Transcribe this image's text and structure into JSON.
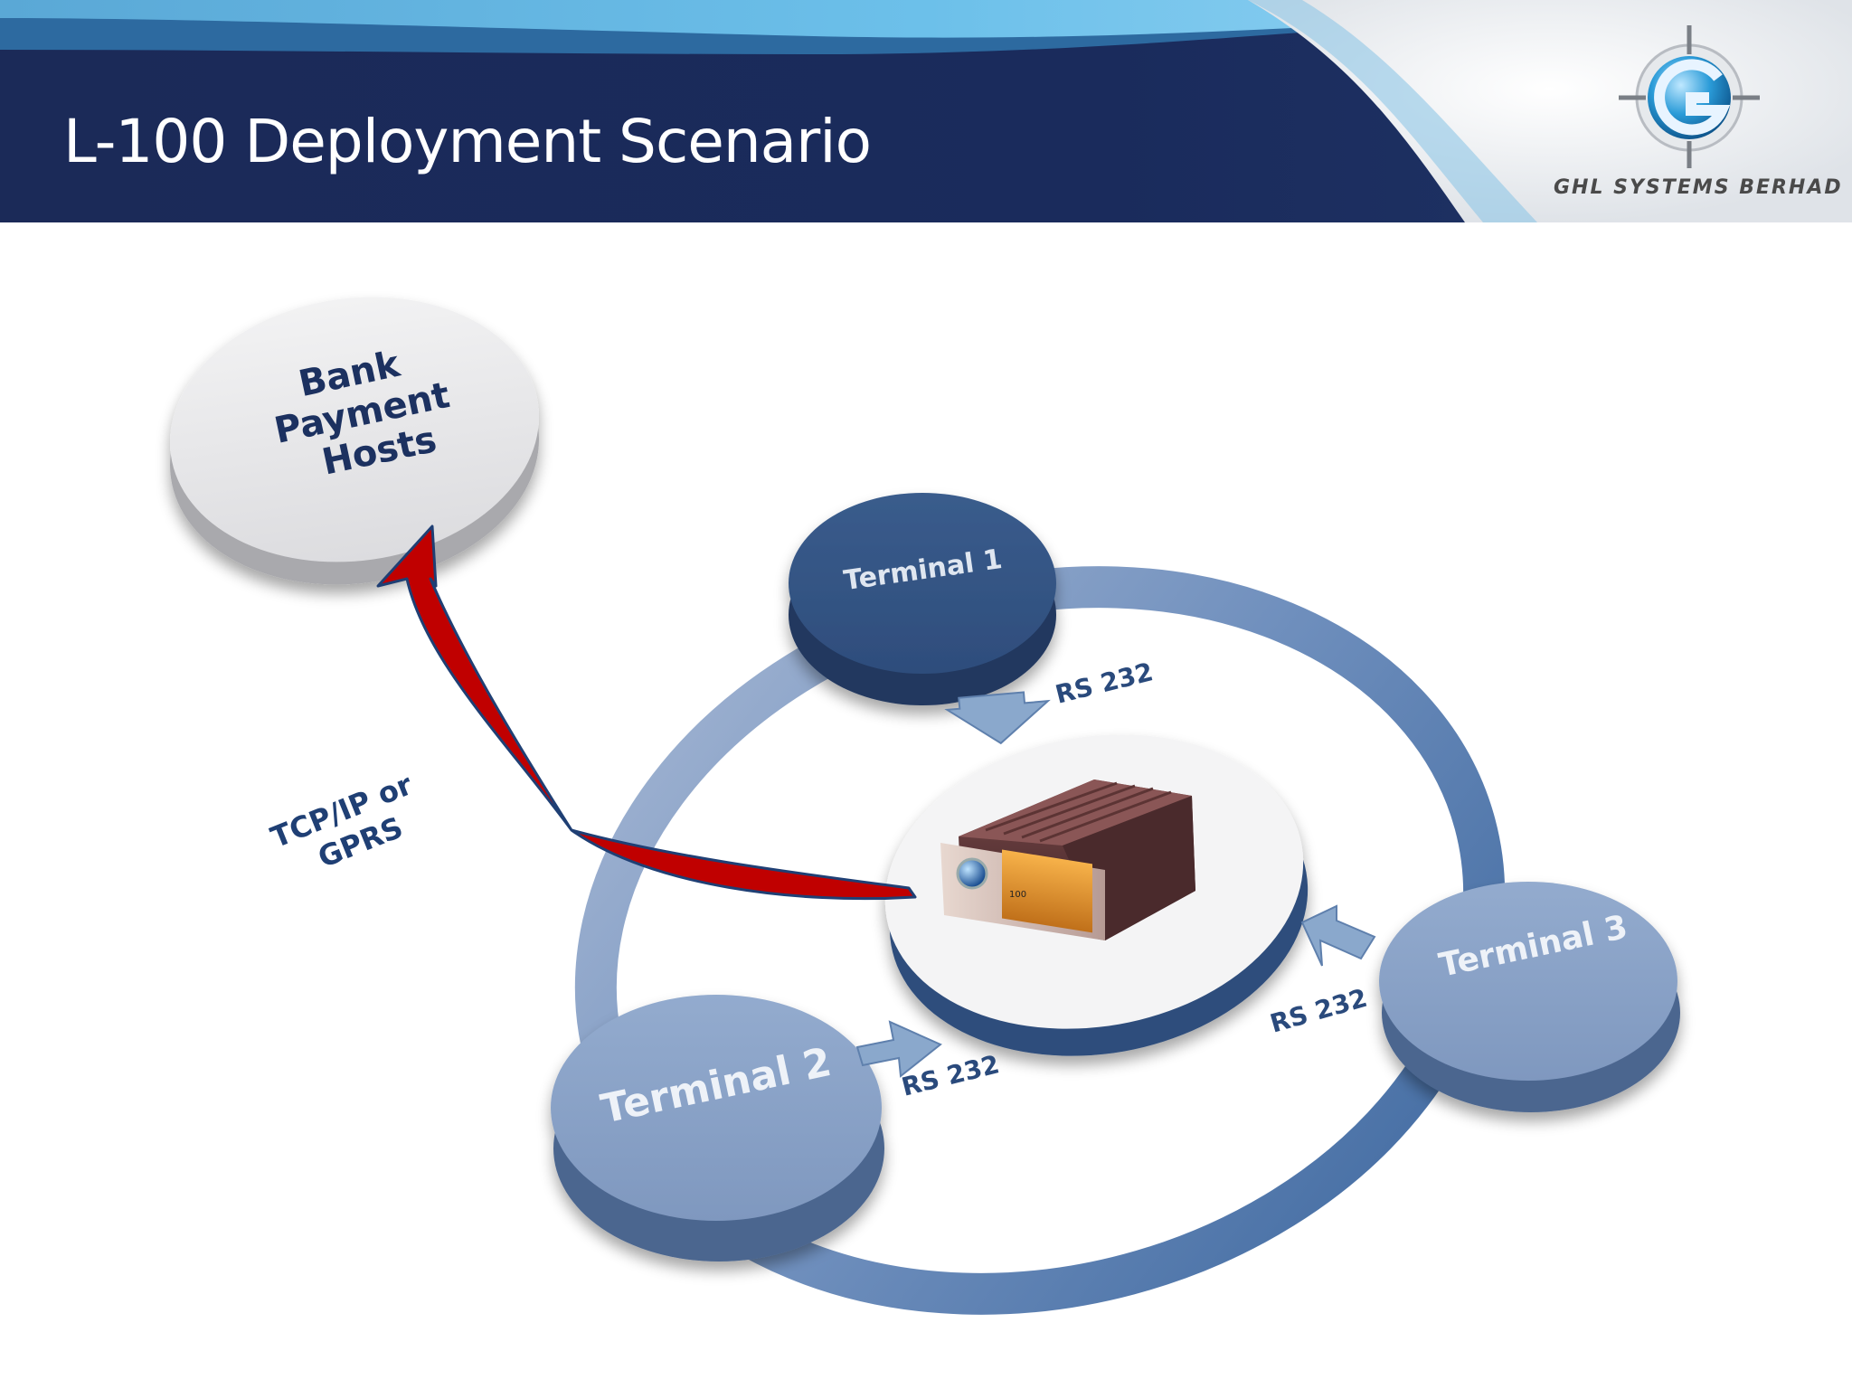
{
  "slide": {
    "title": "L-100 Deployment Scenario",
    "logo_text": "GHL SYSTEMS BERHAD"
  },
  "diagram": {
    "bank": {
      "line1": "Bank",
      "line2": "Payment",
      "line3": "Hosts"
    },
    "terminal1": "Terminal 1",
    "terminal2": "Terminal 2",
    "terminal3": "Terminal 3",
    "link_label_1": "RS 232",
    "link_label_2": "RS 232",
    "link_label_3": "RS 232",
    "network": {
      "line1": "TCP/IP or",
      "line2": "GPRS"
    },
    "device_icon": "l100-device-icon",
    "colors": {
      "header_dark": "#1a2a5a",
      "header_light": "#4aa6d8",
      "terminal_dark": "#3d5f8f",
      "terminal_light": "#8aa3c8",
      "ring": "#9db0cf",
      "arrow_red": "#c00000",
      "label_blue": "#1f3f74"
    }
  }
}
